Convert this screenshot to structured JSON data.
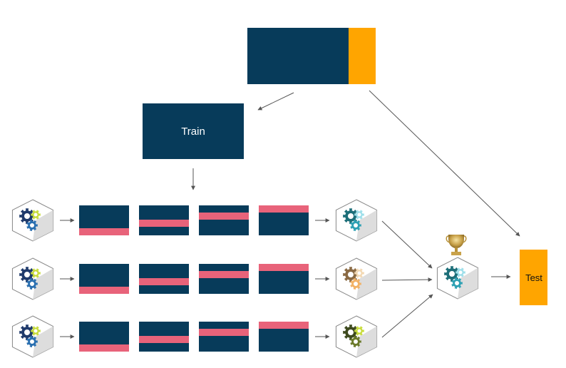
{
  "labels": {
    "train": "Train",
    "test": "Test"
  },
  "colors": {
    "navy": "#073B5A",
    "orange": "#FFA500",
    "fold": "#E8637A",
    "hex_fill": "#FFFFFF",
    "hex_side": "#D9D9D9",
    "arrow": "#555555"
  },
  "folds": {
    "count_per_row": 4,
    "rows": 3
  },
  "models": [
    {
      "name": "gears-icon-initial",
      "gear_big": "#1F3A6B",
      "gear_small": "#2A6FB0",
      "gear_accent": "#C8DC3C"
    },
    {
      "name": "gears-icon-trained-1",
      "gear_big": "#1C6E78",
      "gear_small": "#2EA1B4",
      "gear_accent": "#9EDFEA"
    },
    {
      "name": "gears-icon-trained-2",
      "gear_big": "#8A6A44",
      "gear_small": "#F2B266",
      "gear_accent": "#F3D9B3"
    },
    {
      "name": "gears-icon-trained-3",
      "gear_big": "#3E4A1E",
      "gear_small": "#6B7A2A",
      "gear_accent": "#C8DC3C"
    },
    {
      "name": "gears-icon-best",
      "gear_big": "#1C6E78",
      "gear_small": "#2EA1B4",
      "gear_accent": "#9EDFEA"
    }
  ],
  "icons": {
    "trophy": "trophy-icon",
    "gears": "gears-icon"
  }
}
